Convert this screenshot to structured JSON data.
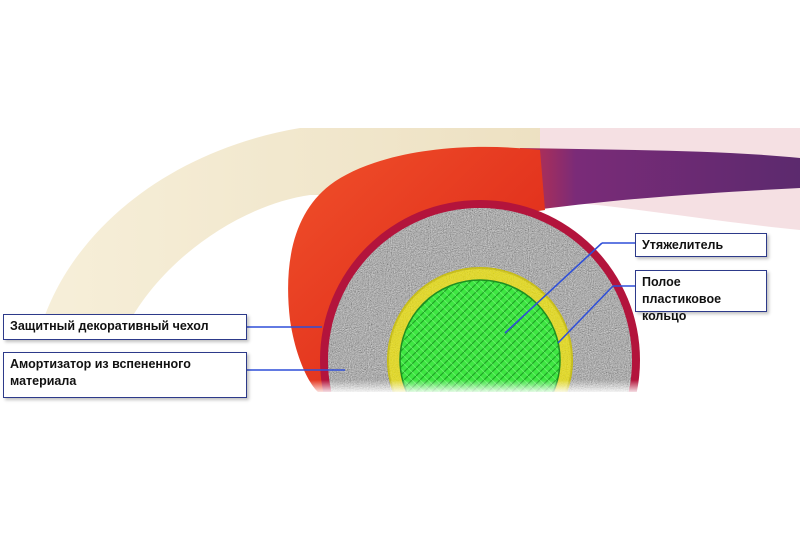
{
  "labels": {
    "weight": "Утяжелитель",
    "plastic_ring_line1": "Полое пластиковое",
    "plastic_ring_line2": "кольцо",
    "cover": "Защитный декоративный чехол",
    "foam_line1": "Амортизатор из вспененного",
    "foam_line2": "материала"
  },
  "colors": {
    "cover_red": "#e8381f",
    "cover_rim": "#b0123a",
    "purple_section": "#6a2a7a",
    "foam_gray": "#9a9a9a",
    "ring_yellow": "#e6de2a",
    "weight_green": "#35e03a",
    "leader_line": "#2f4fd8",
    "background_ring": "#f2e9cf"
  }
}
